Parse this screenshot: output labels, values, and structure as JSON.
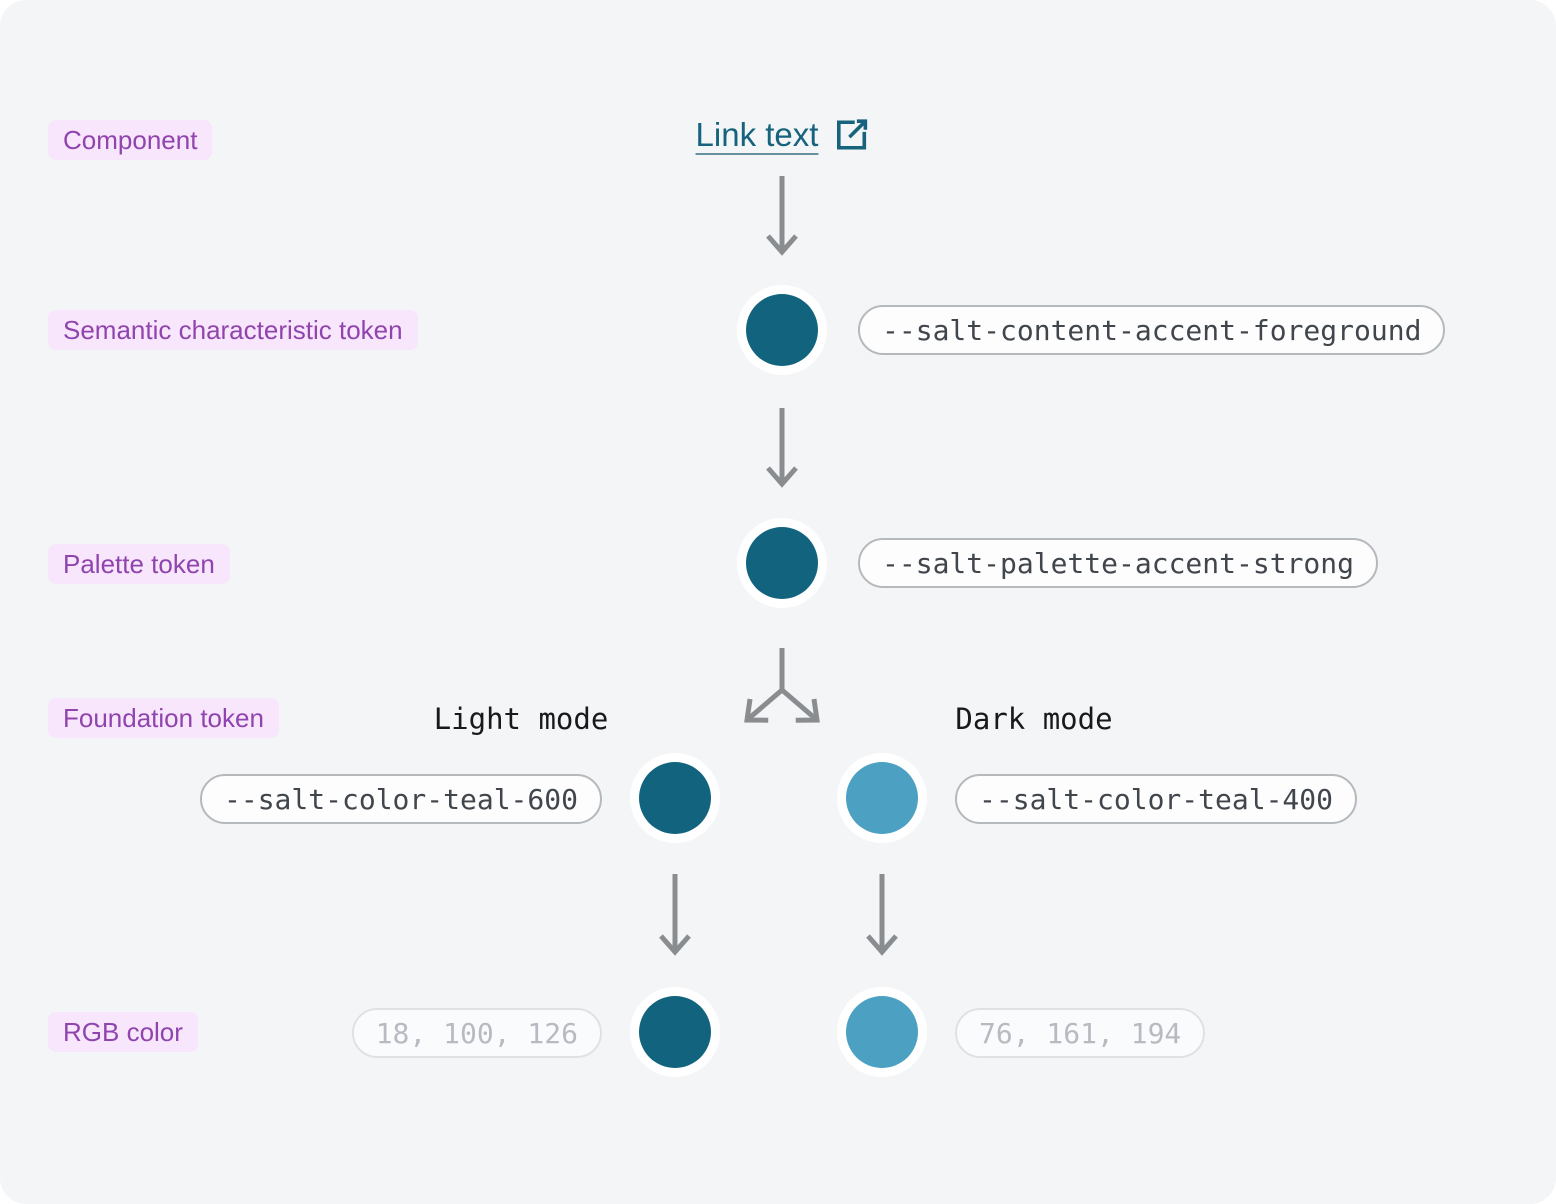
{
  "diagram": {
    "row_labels": {
      "component": "Component",
      "semantic": "Semantic characteristic token",
      "palette": "Palette token",
      "foundation": "Foundation token",
      "rgb": "RGB color"
    },
    "link": {
      "text": "Link text",
      "icon": "external-link-icon"
    },
    "tokens": {
      "semantic": "--salt-content-accent-foreground",
      "palette": "--salt-palette-accent-strong",
      "foundation_light": "--salt-color-teal-600",
      "foundation_dark": "--salt-color-teal-400"
    },
    "modes": {
      "light": "Light mode",
      "dark": "Dark mode"
    },
    "rgb_values": {
      "light": "18, 100, 126",
      "dark": "76, 161, 194"
    },
    "colors": {
      "teal_600": "#12647e",
      "teal_400": "#4ca1c2",
      "swatch_ring": "#ffffff",
      "link_teal": "#17637d",
      "label_bg": "#f8e6fc",
      "label_text": "#9044ae",
      "arrow_gray": "#8a8d90",
      "canvas_bg": "#f4f5f7"
    }
  }
}
